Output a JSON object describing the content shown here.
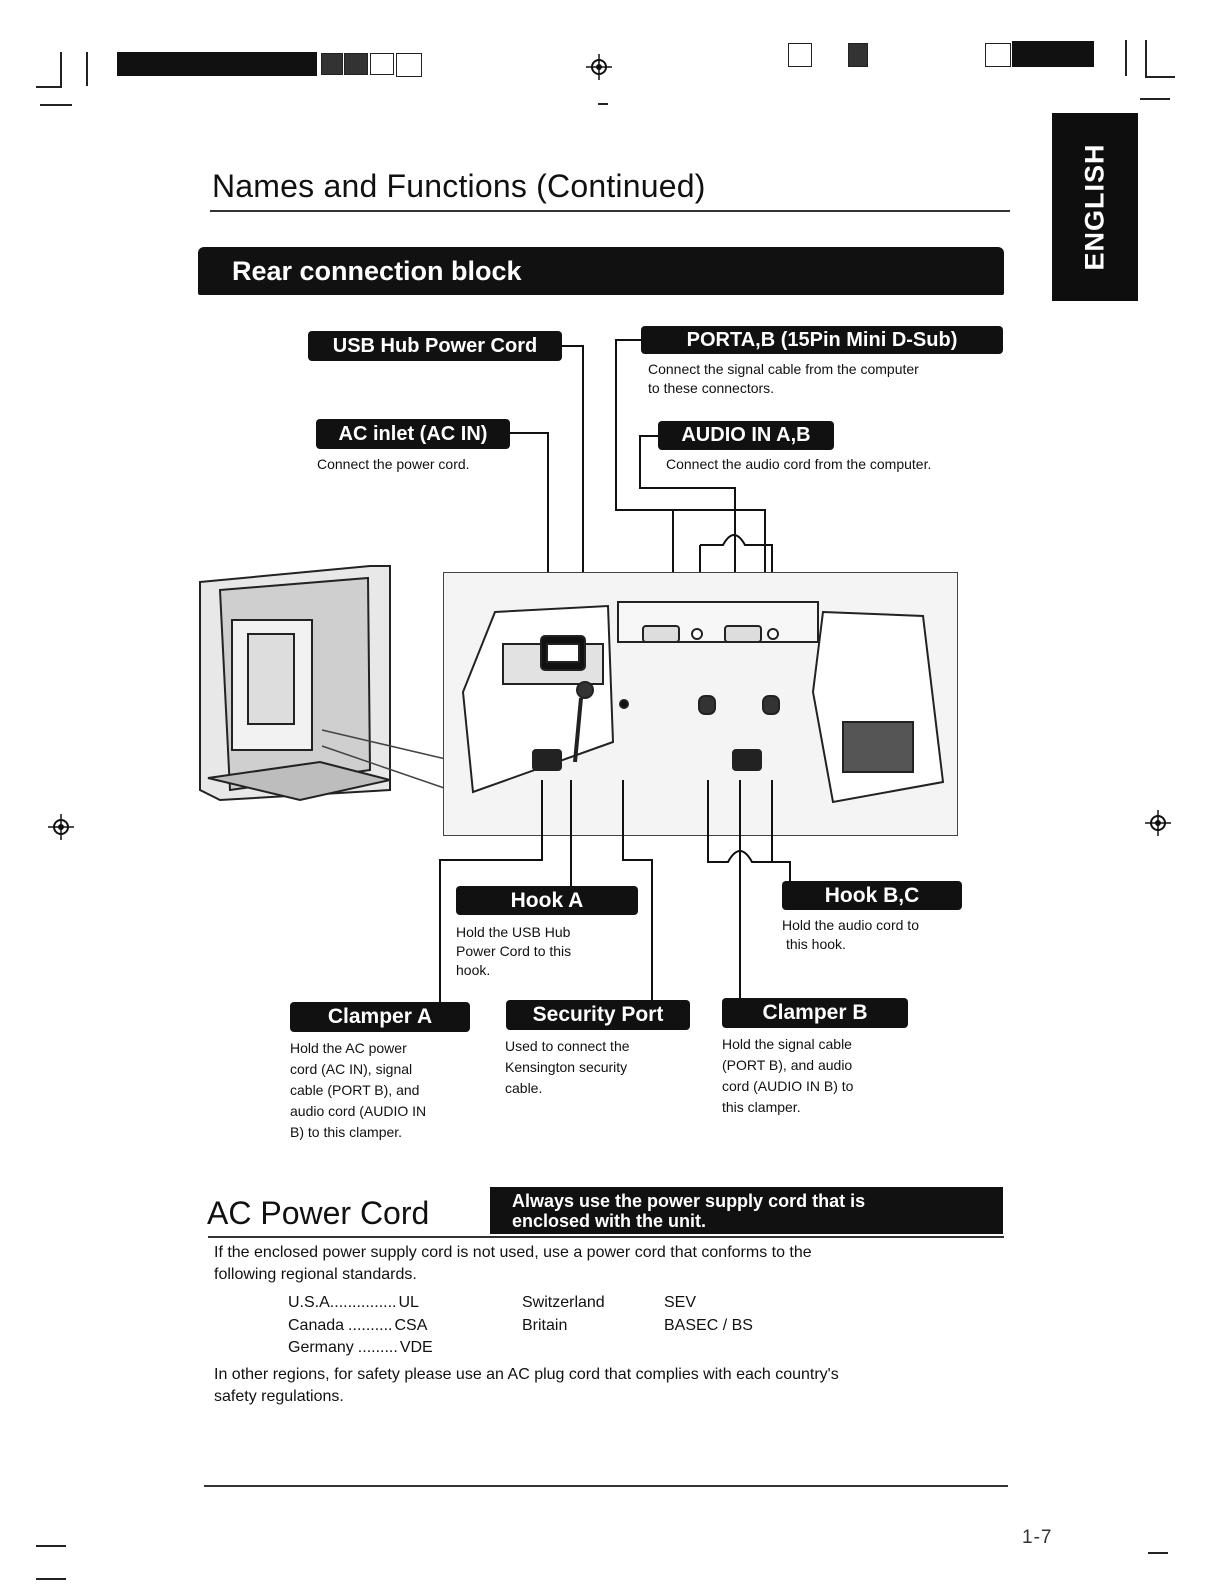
{
  "page": {
    "title": "Names and Functions (Continued)",
    "language_tab": "ENGLISH",
    "section_title": "Rear connection block",
    "page_number": "1-7"
  },
  "callouts": {
    "usb_hub": {
      "label": "USB Hub Power Cord"
    },
    "port_ab": {
      "label": "PORTA,B (15Pin Mini D-Sub)",
      "desc_lines": [
        "Connect the  signal cable from the computer",
        "to these connectors."
      ]
    },
    "ac_inlet": {
      "label": "AC inlet (AC IN)",
      "desc_lines": [
        "Connect the power cord."
      ]
    },
    "audio_in": {
      "label": "AUDIO IN A,B",
      "desc_lines": [
        "Connect the audio cord from the computer."
      ]
    },
    "hook_a": {
      "label": "Hook A",
      "desc_lines": [
        "Hold the USB Hub",
        "Power Cord to this",
        "hook."
      ]
    },
    "hook_bc": {
      "label": "Hook B,C",
      "desc_lines": [
        "Hold the audio cord to",
        "this hook."
      ]
    },
    "clamper_a": {
      "label": "Clamper A",
      "desc_lines": [
        "Hold the AC power",
        "cord (AC IN), signal",
        "cable (PORT B), and",
        "audio cord (AUDIO IN",
        "B) to this clamper."
      ]
    },
    "security_port": {
      "label": "Security Port",
      "desc_lines": [
        "Used to connect the",
        "Kensington security",
        "cable."
      ]
    },
    "clamper_b": {
      "label": "Clamper B",
      "desc_lines": [
        "Hold the signal cable",
        "(PORT B), and audio",
        "cord (AUDIO IN B) to",
        "this clamper."
      ]
    }
  },
  "power_cord": {
    "title": "AC Power Cord",
    "note_lines": [
      "Always use the power supply cord that is",
      "enclosed with the unit."
    ],
    "intro_lines": [
      "If the enclosed power supply cord is not used, use a power cord that conforms to the",
      "following regional standards."
    ],
    "standards": [
      {
        "country": "U.S.A",
        "dots": "...............",
        "standard": "UL"
      },
      {
        "country": "Canada",
        "dots": "..........",
        "standard": "CSA"
      },
      {
        "country": "Germany",
        "dots": ".........",
        "standard": "VDE"
      },
      {
        "country": "Switzerland",
        "dots": "",
        "standard": "SEV"
      },
      {
        "country": "Britain",
        "dots": "",
        "standard": "BASEC / BS"
      }
    ],
    "footer_lines": [
      "In other regions, for safety please use an AC plug cord that complies with each country's",
      "safety regulations."
    ]
  }
}
